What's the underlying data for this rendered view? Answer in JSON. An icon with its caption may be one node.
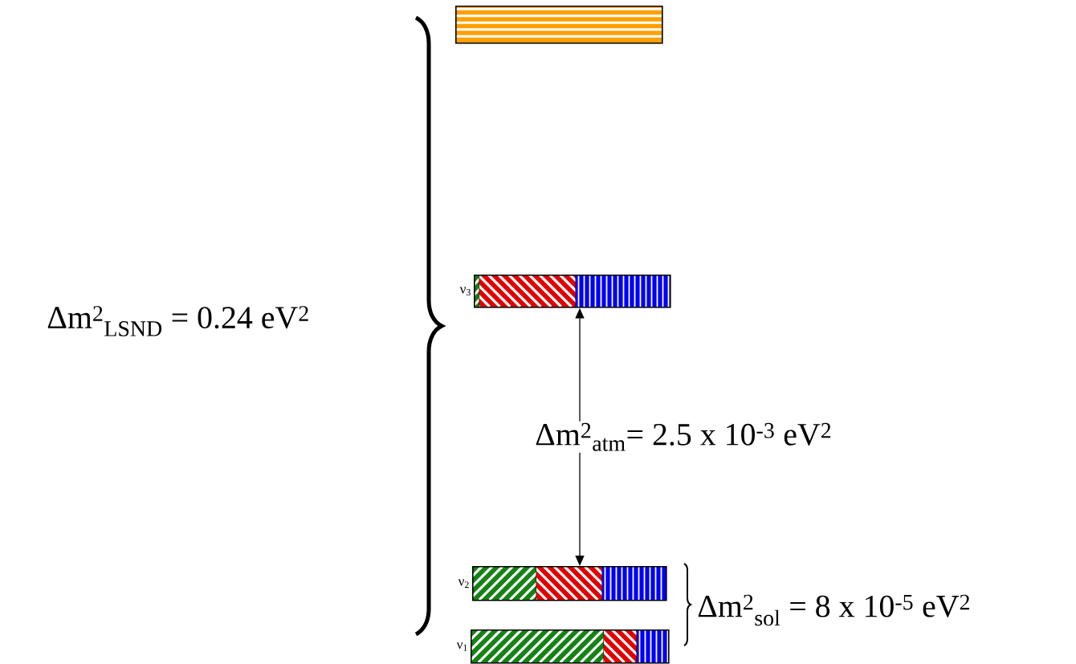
{
  "diagram": {
    "nodes": [
      {
        "text": [],
        "shape": "bar"
      },
      {
        "text": [],
        "shape": "bar",
        "beside": [
          "ν$_{3}$"
        ]
      },
      {
        "text": [],
        "shape": "bar",
        "beside": [
          "ν$_{2}$"
        ]
      },
      {
        "text": [],
        "shape": "bar",
        "beside": [
          "ν$_{1}$"
        ]
      }
    ],
    "edges": [
      {
        "from": 1,
        "to": 2,
        "arrow": "both",
        "label": "Δm$^{2}$$_{atm}$= 2.5 x 10$^{-3}$ eV$^{2}$"
      }
    ],
    "labels": [
      "Δm$^{2}$$_{LSND}$ = 0.24 eV$^{2}$",
      "Δm$^{2}$$_{sol}$ = 8 x 10$^{-5}$ eV$^{2}$"
    ]
  }
}
